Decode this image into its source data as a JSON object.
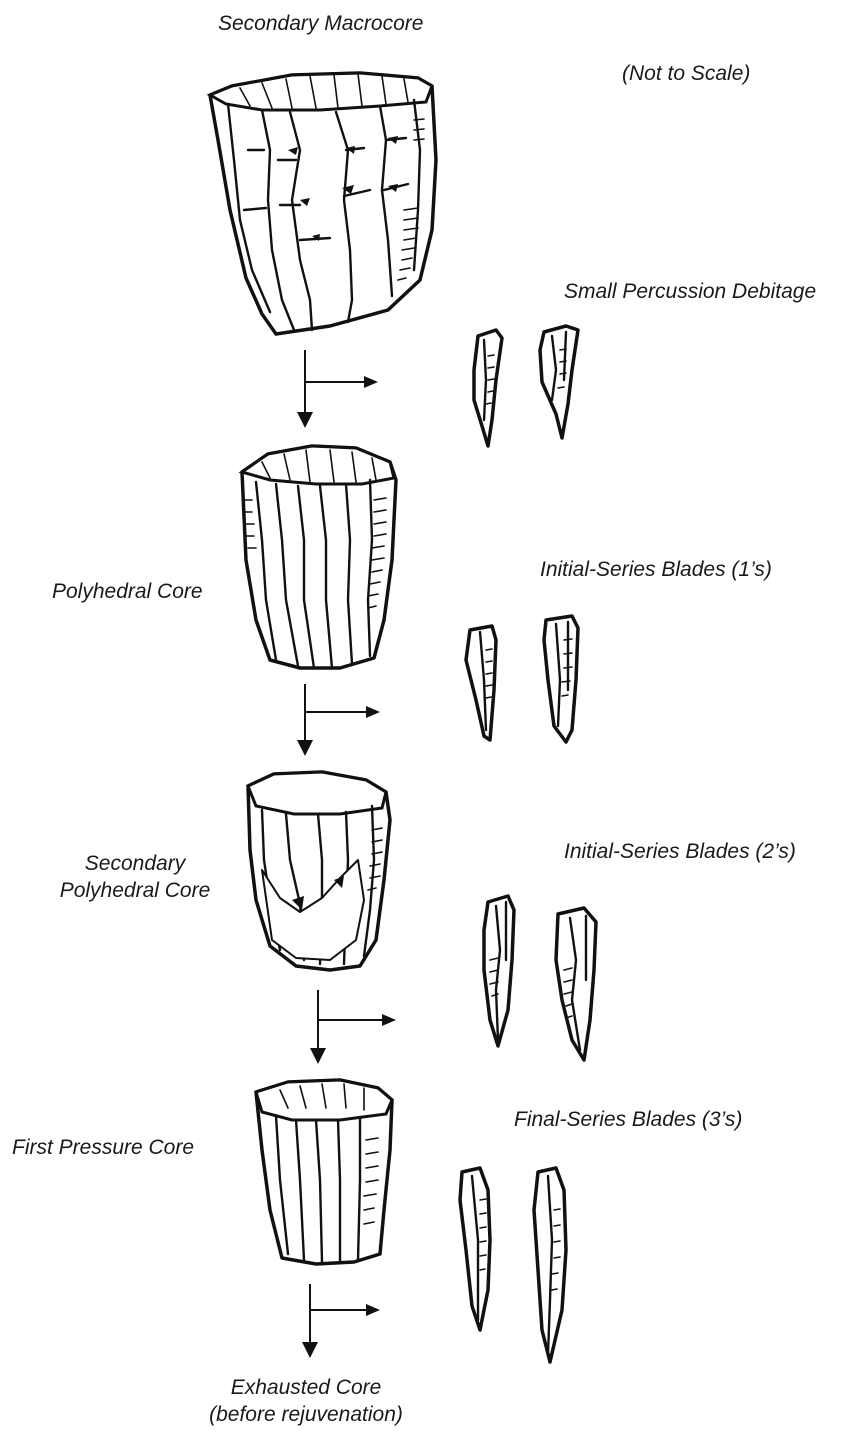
{
  "labels": {
    "secondary_macrocore": "Secondary Macrocore",
    "not_to_scale": "(Not to Scale)",
    "small_percussion_debitage": "Small Percussion Debitage",
    "polyhedral_core": "Polyhedral Core",
    "initial_series_blades_1": "Initial-Series Blades (1’s)",
    "secondary_polyhedral_core_line1": "Secondary",
    "secondary_polyhedral_core_line2": "Polyhedral Core",
    "initial_series_blades_2": "Initial-Series Blades (2’s)",
    "first_pressure_core": "First Pressure Core",
    "final_series_blades_3": "Final-Series Blades (3’s)",
    "exhausted_core_line1": "Exhausted Core",
    "exhausted_core_line2": "(before rejuvenation)"
  },
  "colors": {
    "ink": "#111111",
    "background": "#ffffff"
  }
}
